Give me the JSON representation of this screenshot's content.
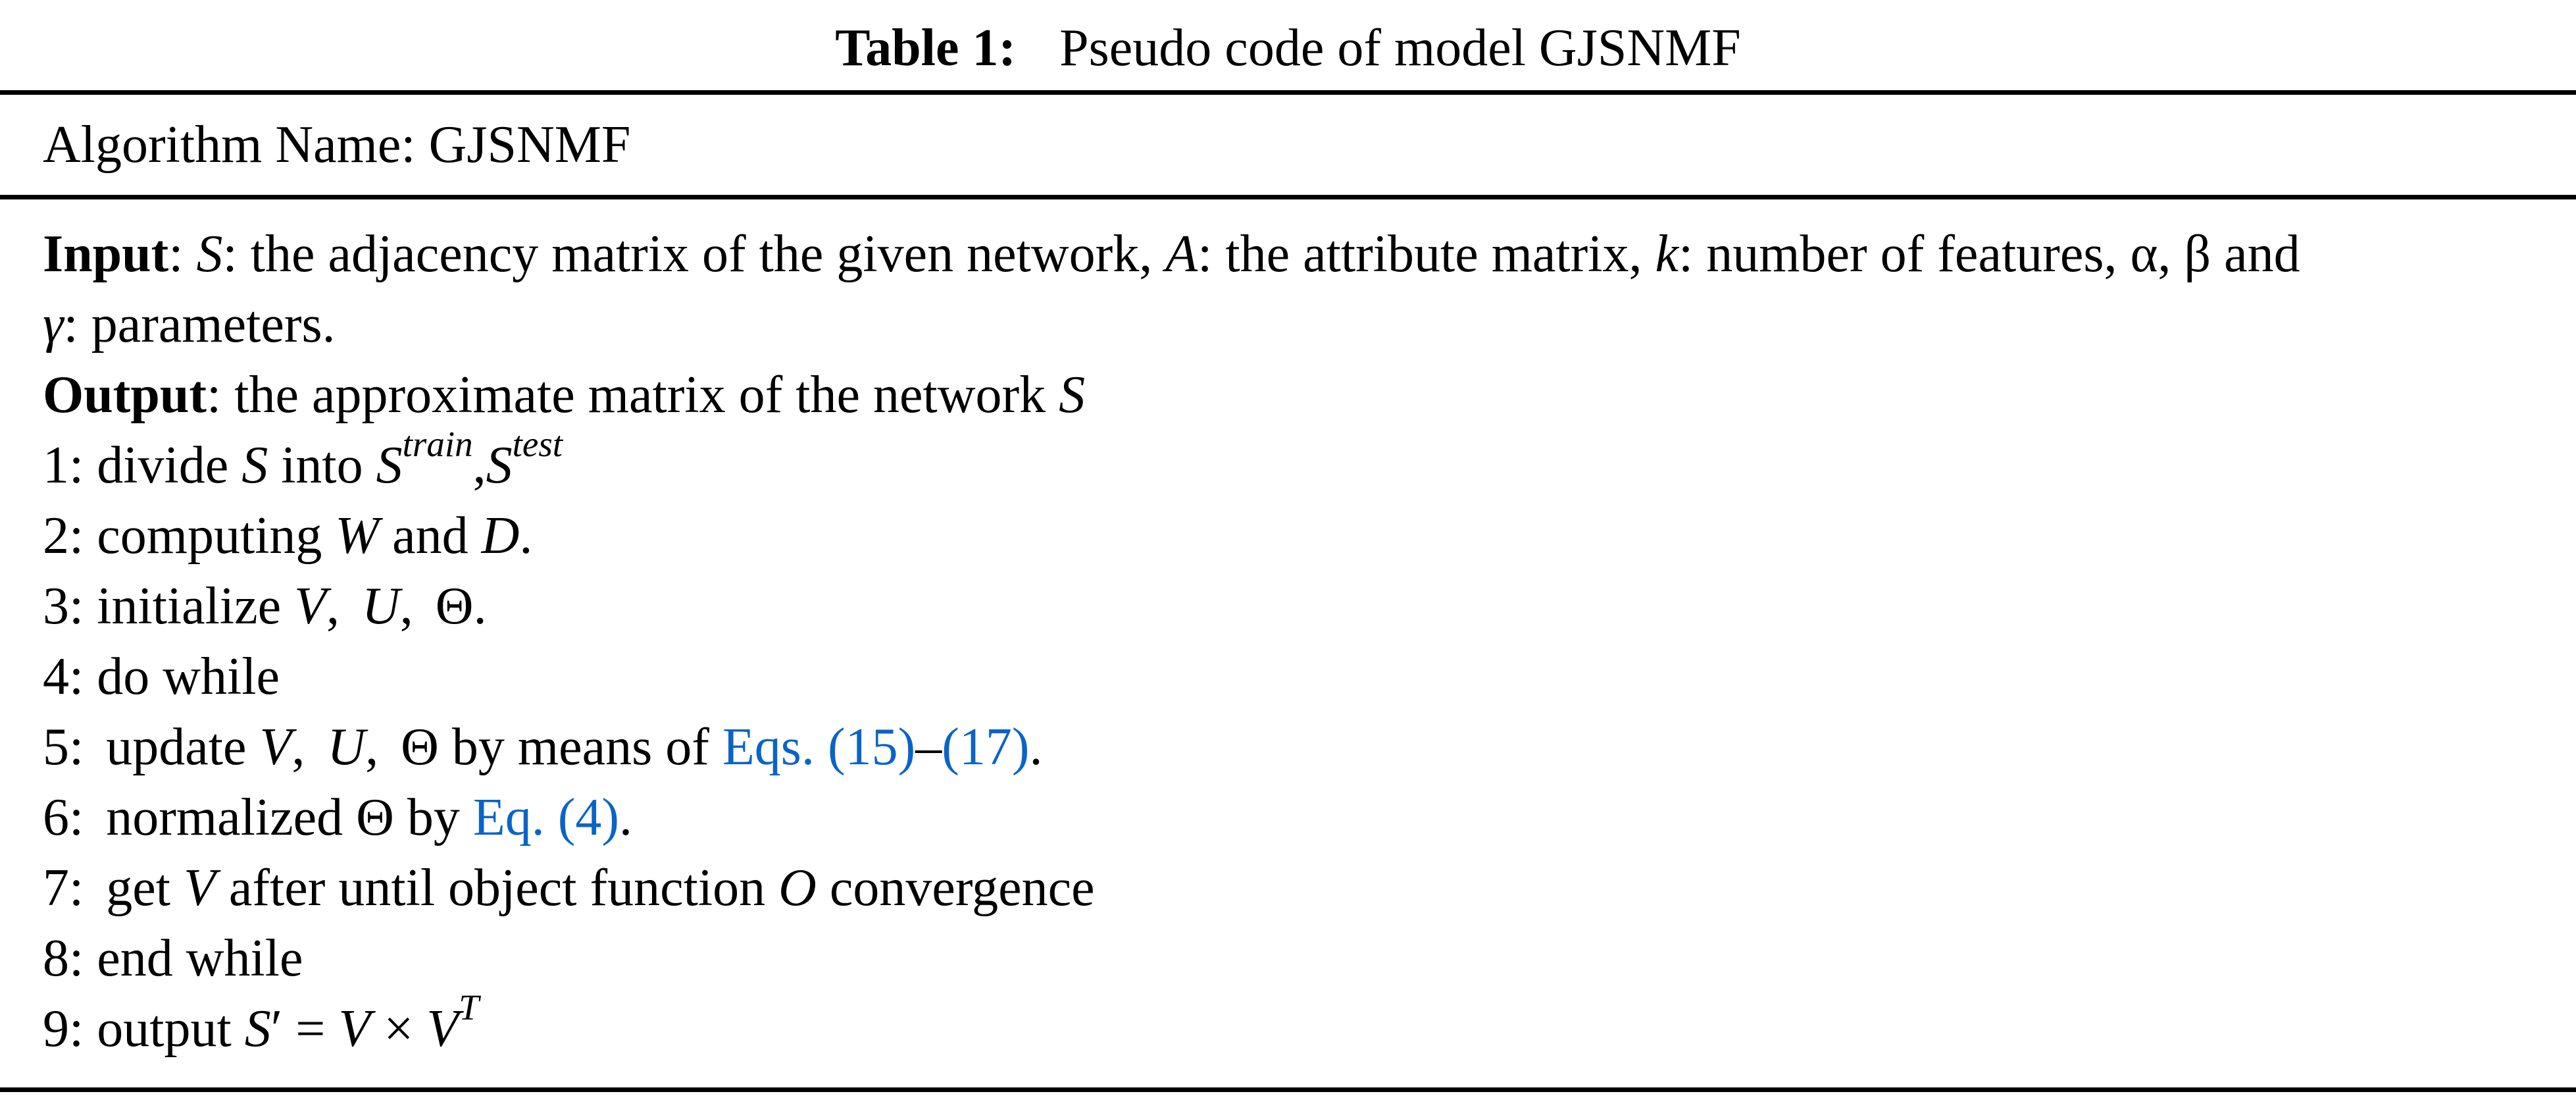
{
  "caption": {
    "label": "Table 1:",
    "text": "Pseudo code of model GJSNMF"
  },
  "algorithm_name_row": {
    "label": "Algorithm Name:",
    "value": "GJSNMF"
  },
  "input": {
    "label": "Input",
    "S_sym": "S",
    "S_desc": ": the adjacency matrix of the given network,",
    "A_sym": "A",
    "A_desc": ": the attribute matrix,",
    "k_sym": "k",
    "k_desc": ": number of features,",
    "params_greek": "α, β",
    "and_text": "and",
    "gamma_sym": "γ",
    "gamma_desc": ": parameters."
  },
  "output": {
    "label": "Output",
    "desc": ": the approximate matrix of the network",
    "S_sym": "S"
  },
  "steps": [
    {
      "num": "1:",
      "text_a": "divide",
      "S": "S",
      "text_b": "into",
      "S_train": "S",
      "sup_train": "train",
      "comma": ",",
      "S_test": "S",
      "sup_test": "test"
    },
    {
      "num": "2:",
      "text_a": "computing",
      "W": "W",
      "text_b": "and",
      "D": "D",
      "end": "."
    },
    {
      "num": "3:",
      "text_a": "initialize",
      "V": "V",
      "U": "U",
      "Theta": "Θ",
      "end": "."
    },
    {
      "num": "4:",
      "text_a": "do while"
    },
    {
      "num": "5:",
      "text_a": "update",
      "V": "V",
      "U": "U",
      "Theta": "Θ",
      "text_b": "by means of",
      "link_a": "Eqs. (15)",
      "dash": "–",
      "link_b": "(17)",
      "end": "."
    },
    {
      "num": "6:",
      "text_a": "normalized",
      "Theta": "Θ",
      "text_b": "by",
      "link": "Eq. (4)",
      "end": "."
    },
    {
      "num": "7:",
      "text_a": "get",
      "V": "V",
      "text_b": "after until object function",
      "O": "O",
      "text_c": "convergence"
    },
    {
      "num": "8:",
      "text_a": "end while"
    },
    {
      "num": "9:",
      "text_a": "output",
      "S": "S",
      "prime": "′",
      "eq": "=",
      "V1": "V",
      "times": "×",
      "V2": "V",
      "sup_T": "T"
    }
  ],
  "colors": {
    "text": "#000000",
    "link": "#0a64c8",
    "rule": "#000000",
    "background": "#ffffff"
  }
}
